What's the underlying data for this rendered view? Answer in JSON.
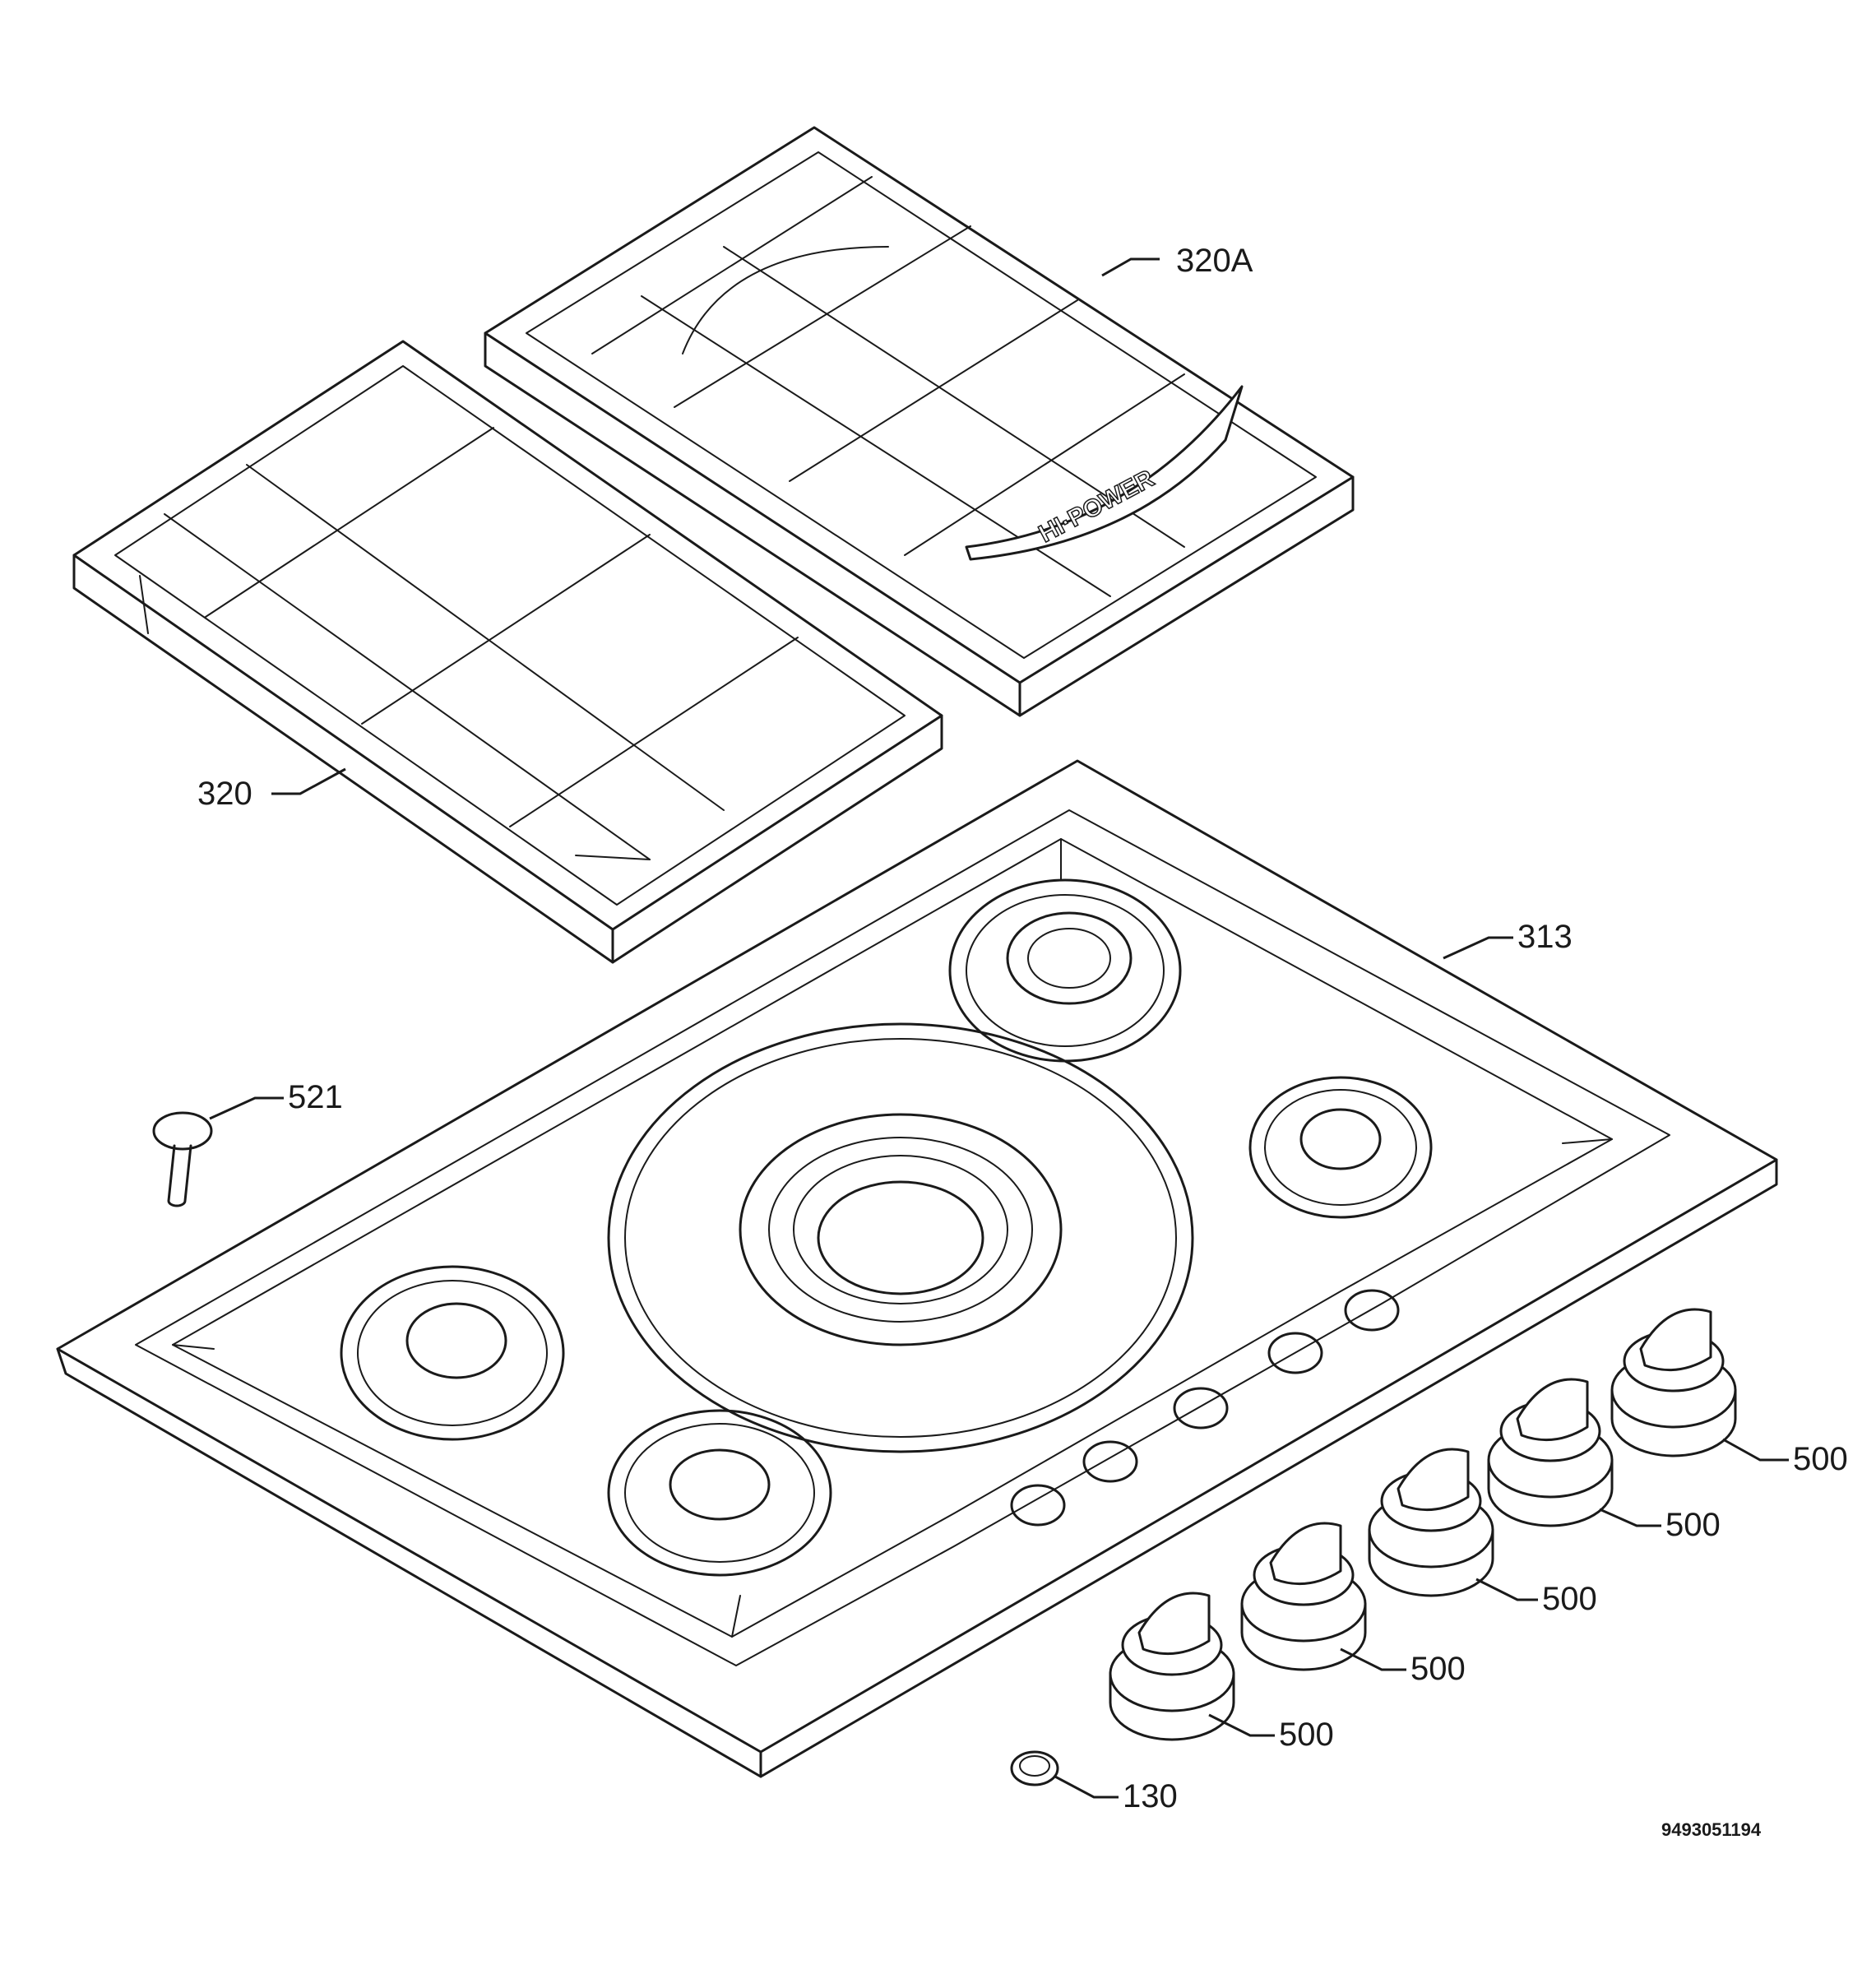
{
  "callouts": {
    "grate_left": "320",
    "grate_right": "320A",
    "hob_top": "313",
    "rivet": "521",
    "knob_1": "500",
    "knob_2": "500",
    "knob_3": "500",
    "knob_4": "500",
    "knob_5": "500",
    "ring": "130"
  },
  "grate_right_emboss": "HI·POWER",
  "document_number": "9493051194",
  "colors": {
    "line": "#1a1a1a",
    "background": "#ffffff"
  }
}
